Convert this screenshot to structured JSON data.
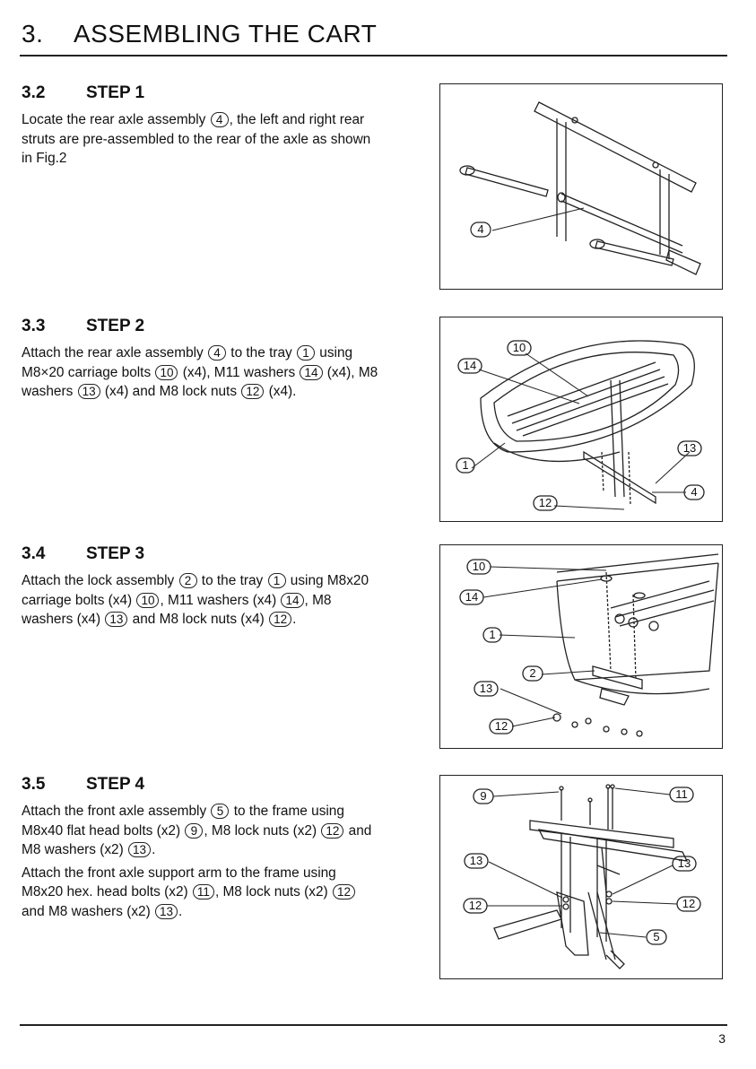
{
  "header": {
    "number": "3.",
    "title": "ASSEMBLING THE CART"
  },
  "steps": [
    {
      "number": "3.2",
      "title": "STEP 1",
      "p1": [
        "Locate the rear axle assembly ",
        "4",
        ", the left and right rear struts are pre-assembled to the rear of the axle as shown in Fig.2"
      ],
      "callouts": [
        "4"
      ]
    },
    {
      "number": "3.3",
      "title": "STEP 2",
      "p1": [
        "Attach the rear axle assembly ",
        "4",
        " to the tray ",
        "1",
        " using M8×20 carriage bolts ",
        "10",
        " (x4), M11 washers ",
        "14",
        " (x4), M8 washers ",
        "13",
        " (x4) and M8 lock nuts ",
        "12",
        " (x4)."
      ],
      "callouts": [
        "10",
        "14",
        "1",
        "13",
        "4",
        "12"
      ]
    },
    {
      "number": "3.4",
      "title": "STEP 3",
      "p1": [
        "Attach the lock assembly ",
        "2",
        " to the tray ",
        "1",
        " using M8x20 carriage bolts (x4) ",
        "10",
        ", M11 washers (x4) ",
        "14",
        ", M8 washers (x4) ",
        "13",
        " and M8 lock nuts (x4) ",
        "12",
        "."
      ],
      "callouts": [
        "10",
        "14",
        "1",
        "2",
        "13",
        "12"
      ]
    },
    {
      "number": "3.5",
      "title": "STEP 4",
      "p1": [
        "Attach the front axle assembly ",
        "5",
        " to the frame using M8x40 flat head bolts (x2) ",
        "9",
        ", M8 lock nuts (x2) ",
        "12",
        " and M8 washers (x2) ",
        "13",
        "."
      ],
      "p2": [
        "Attach the front axle support arm to the frame using M8x20 hex. head bolts (x2) ",
        "11",
        ", M8 lock nuts (x2) ",
        "12",
        " and M8 washers (x2) ",
        "13",
        "."
      ],
      "callouts": [
        "9",
        "11",
        "13",
        "13",
        "12",
        "12",
        "5"
      ]
    }
  ],
  "page_number": "3"
}
